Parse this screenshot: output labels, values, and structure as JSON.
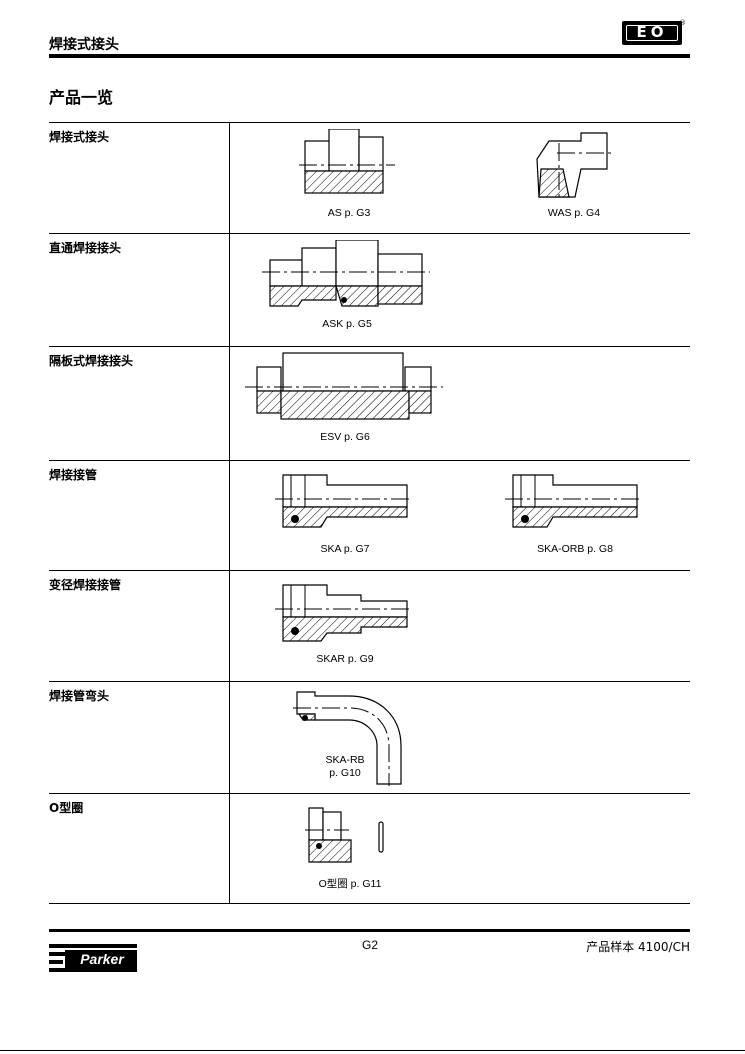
{
  "header": {
    "title": "焊接式接头",
    "logo_text": "EO",
    "logo_reg": "®"
  },
  "section": {
    "title": "产品一览"
  },
  "rows": [
    {
      "label": "焊接式接头",
      "items": [
        {
          "caption": "AS p. G3"
        },
        {
          "caption": "WAS p. G4"
        }
      ]
    },
    {
      "label": "直通焊接接头",
      "items": [
        {
          "caption": "ASK p. G5"
        }
      ]
    },
    {
      "label": "隔板式焊接接头",
      "items": [
        {
          "caption": "ESV p. G6"
        }
      ]
    },
    {
      "label": "焊接接管",
      "items": [
        {
          "caption": "SKA p. G7"
        },
        {
          "caption": "SKA-ORB p. G8"
        }
      ]
    },
    {
      "label": "变径焊接接管",
      "items": [
        {
          "caption": "SKAR p. G9"
        }
      ]
    },
    {
      "label": "焊接管弯头",
      "items": [
        {
          "caption_line1": "SKA-RB",
          "caption_line2": "p. G10"
        }
      ]
    },
    {
      "label": "O型圈",
      "items": [
        {
          "caption": "O型圈  p. G11"
        }
      ]
    }
  ],
  "footer": {
    "page": "G2",
    "catalog": "产品样本  4100/CH",
    "brand": "Parker"
  }
}
